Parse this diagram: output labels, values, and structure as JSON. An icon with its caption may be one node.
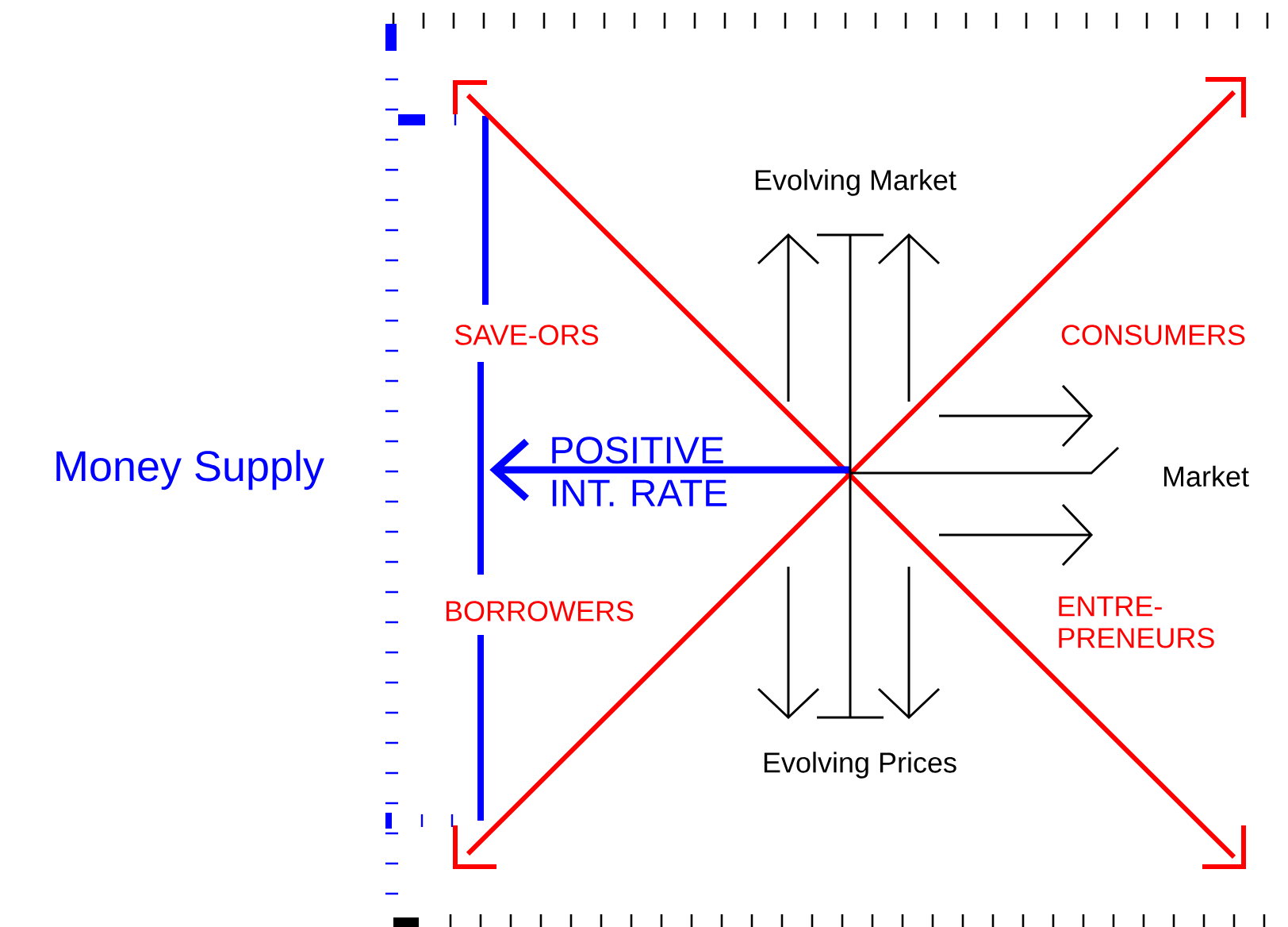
{
  "diagram": {
    "labels": [
      "Evolving Market",
      "SAVE-ORS",
      "CONSUMERS",
      "Money Supply",
      "POSITIVE INT. RATE",
      "Market",
      "BORROWERS",
      "ENTRE- PRENEURS",
      "Evolving Prices"
    ]
  }
}
